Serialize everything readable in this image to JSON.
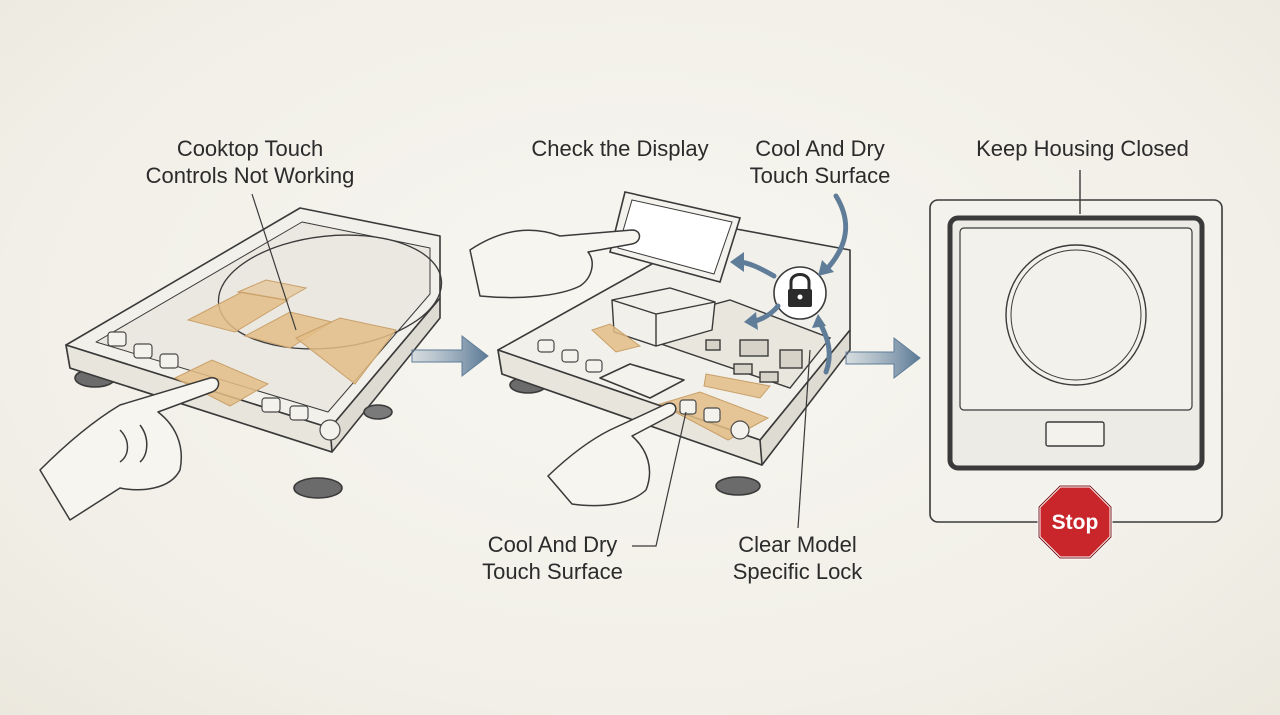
{
  "panel1": {
    "title_line1": "Cooktop Touch",
    "title_line2": "Controls Not Working"
  },
  "panel2": {
    "check_display": "Check the Display",
    "cool_dry_top_line1": "Cool And Dry",
    "cool_dry_top_line2": "Touch Surface",
    "cool_dry_bottom_line1": "Cool And Dry",
    "cool_dry_bottom_line2": "Touch Surface",
    "clear_lock_line1": "Clear Model",
    "clear_lock_line2": "Specific Lock"
  },
  "panel3": {
    "title": "Keep Housing Closed",
    "stop_sign": "Stop"
  },
  "colors": {
    "highlight": "#e3bd86",
    "arrow": "#5f7d99",
    "stop": "#c8262b",
    "ink": "#3a3a3a"
  }
}
